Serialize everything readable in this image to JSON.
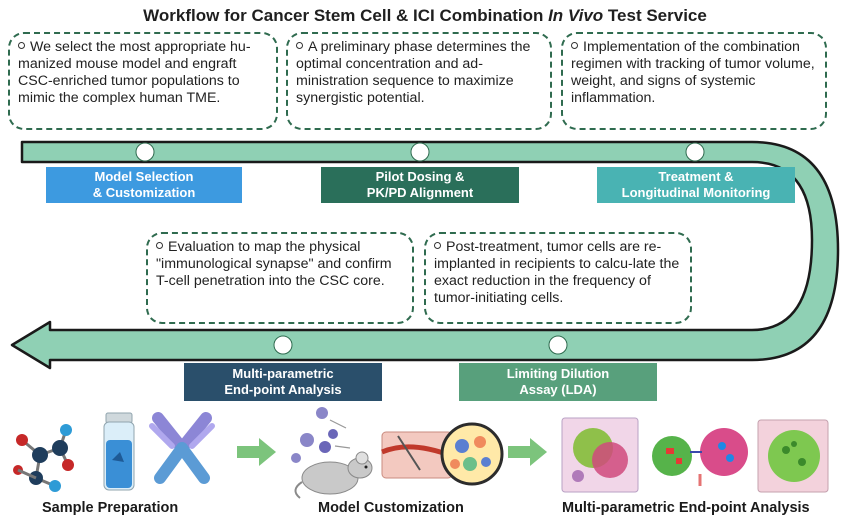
{
  "title": {
    "prefix": "Workflow for Cancer Stem Cell & ICI Combination ",
    "italic": "In Vivo",
    "suffix": " Test Service"
  },
  "callouts": {
    "model_selection": "We select the most appropriate hu-manized mouse model and engraft CSC-enriched tumor populations to mimic the complex human TME.",
    "pilot_dosing": "A preliminary phase determines the optimal concentration and ad-ministration sequence to maximize synergistic potential.",
    "treatment": "Implementation of the combination regimen with tracking of tumor volume, weight, and signs of systemic inflammation.",
    "endpoint": "Evaluation to map the physical \"immunological synapse\" and confirm T-cell penetration into the CSC core.",
    "lda": "Post-treatment, tumor cells are re-implanted in recipients to calcu-late the exact reduction in the frequency of tumor-initiating cells."
  },
  "steps": {
    "model_selection": [
      "Model Selection",
      "& Customization"
    ],
    "pilot_dosing": [
      "Pilot Dosing &",
      "PK/PD Alignment"
    ],
    "treatment": [
      "Treatment &",
      "Longitudinal Monitoring"
    ],
    "endpoint": [
      "Multi-parametric",
      "End-point Analysis"
    ],
    "lda": [
      "Limiting Dilution",
      "Assay (LDA)"
    ]
  },
  "colors": {
    "step_blue": "#3d9ae0",
    "step_darkgreen": "#2a6f5a",
    "step_teal": "#49b3b3",
    "step_navy": "#2a4f6b",
    "step_green": "#58a07c",
    "arrow_fill": "#8fd0b4",
    "arrow_stroke": "#1a1a1a",
    "callout_border": "#2f6b4f"
  },
  "bottom_labels": {
    "sample_preparation": "Sample Preparation",
    "model_customization": "Model Customization",
    "endpoint_analysis": "Multi-parametric End-point Analysis"
  }
}
